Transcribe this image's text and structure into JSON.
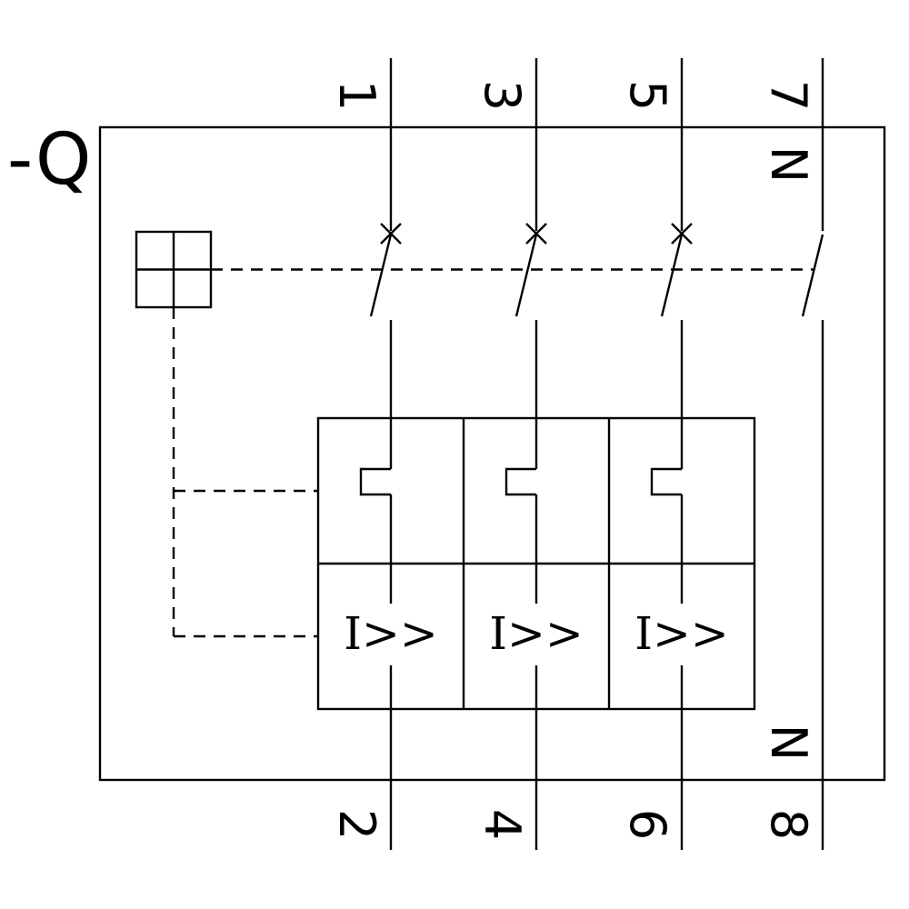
{
  "page": {
    "background": "#ffffff",
    "line_color": "#000000"
  },
  "diagram": {
    "device_label": "-Q",
    "top_terminals": [
      "1",
      "3",
      "5",
      "7"
    ],
    "top_neutral_label": "N",
    "bottom_terminals": [
      "2",
      "4",
      "6",
      "8"
    ],
    "bottom_neutral_label": "N",
    "magnetic_release_label": "I>>"
  }
}
